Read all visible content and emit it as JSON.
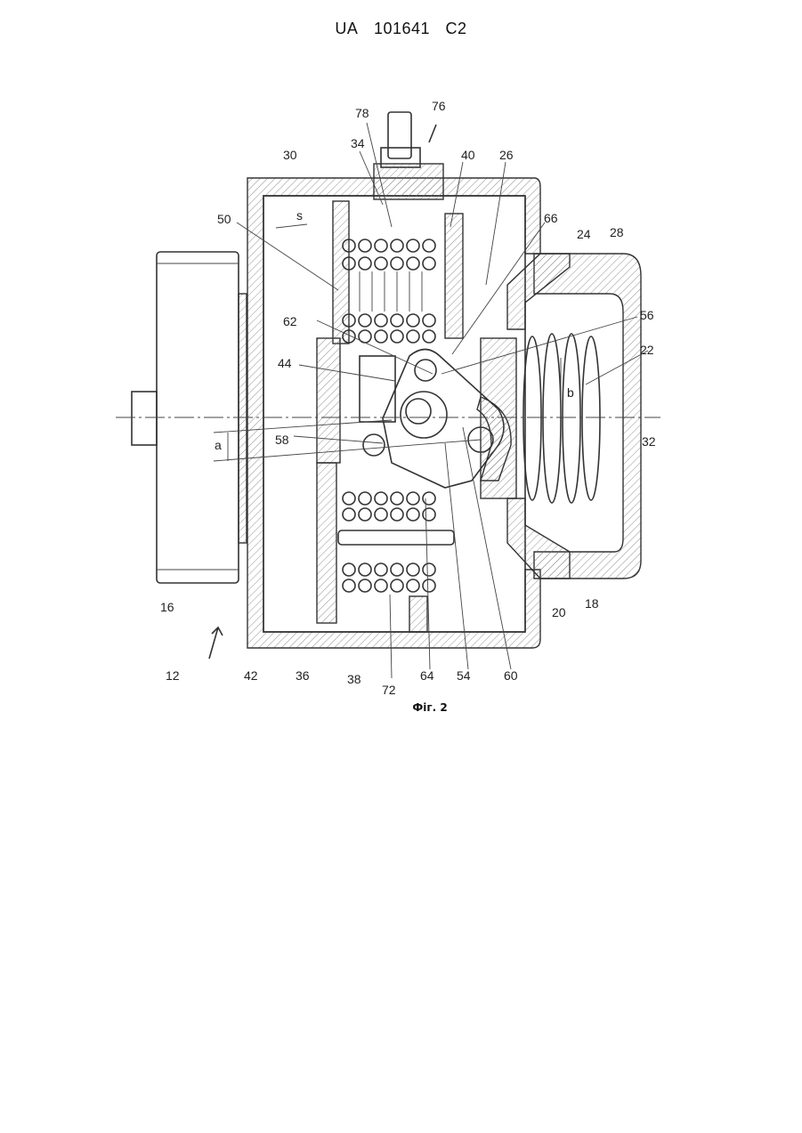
{
  "header": {
    "country": "UA",
    "number": "101641",
    "kind": "C2"
  },
  "caption": "Фіг. 2",
  "labels": {
    "l78": "78",
    "l76": "76",
    "l34": "34",
    "l30": "30",
    "l40": "40",
    "l26": "26",
    "l50": "50",
    "s": "s",
    "l66": "66",
    "l24": "24",
    "l28": "28",
    "l56": "56",
    "l62": "62",
    "l22": "22",
    "l44": "44",
    "b": "b",
    "l32": "32",
    "a": "a",
    "l58": "58",
    "l16": "16",
    "l20": "20",
    "l18": "18",
    "l12": "12",
    "l42": "42",
    "l36": "36",
    "l38": "38",
    "l72": "72",
    "l64": "64",
    "l54": "54",
    "l60": "60"
  }
}
